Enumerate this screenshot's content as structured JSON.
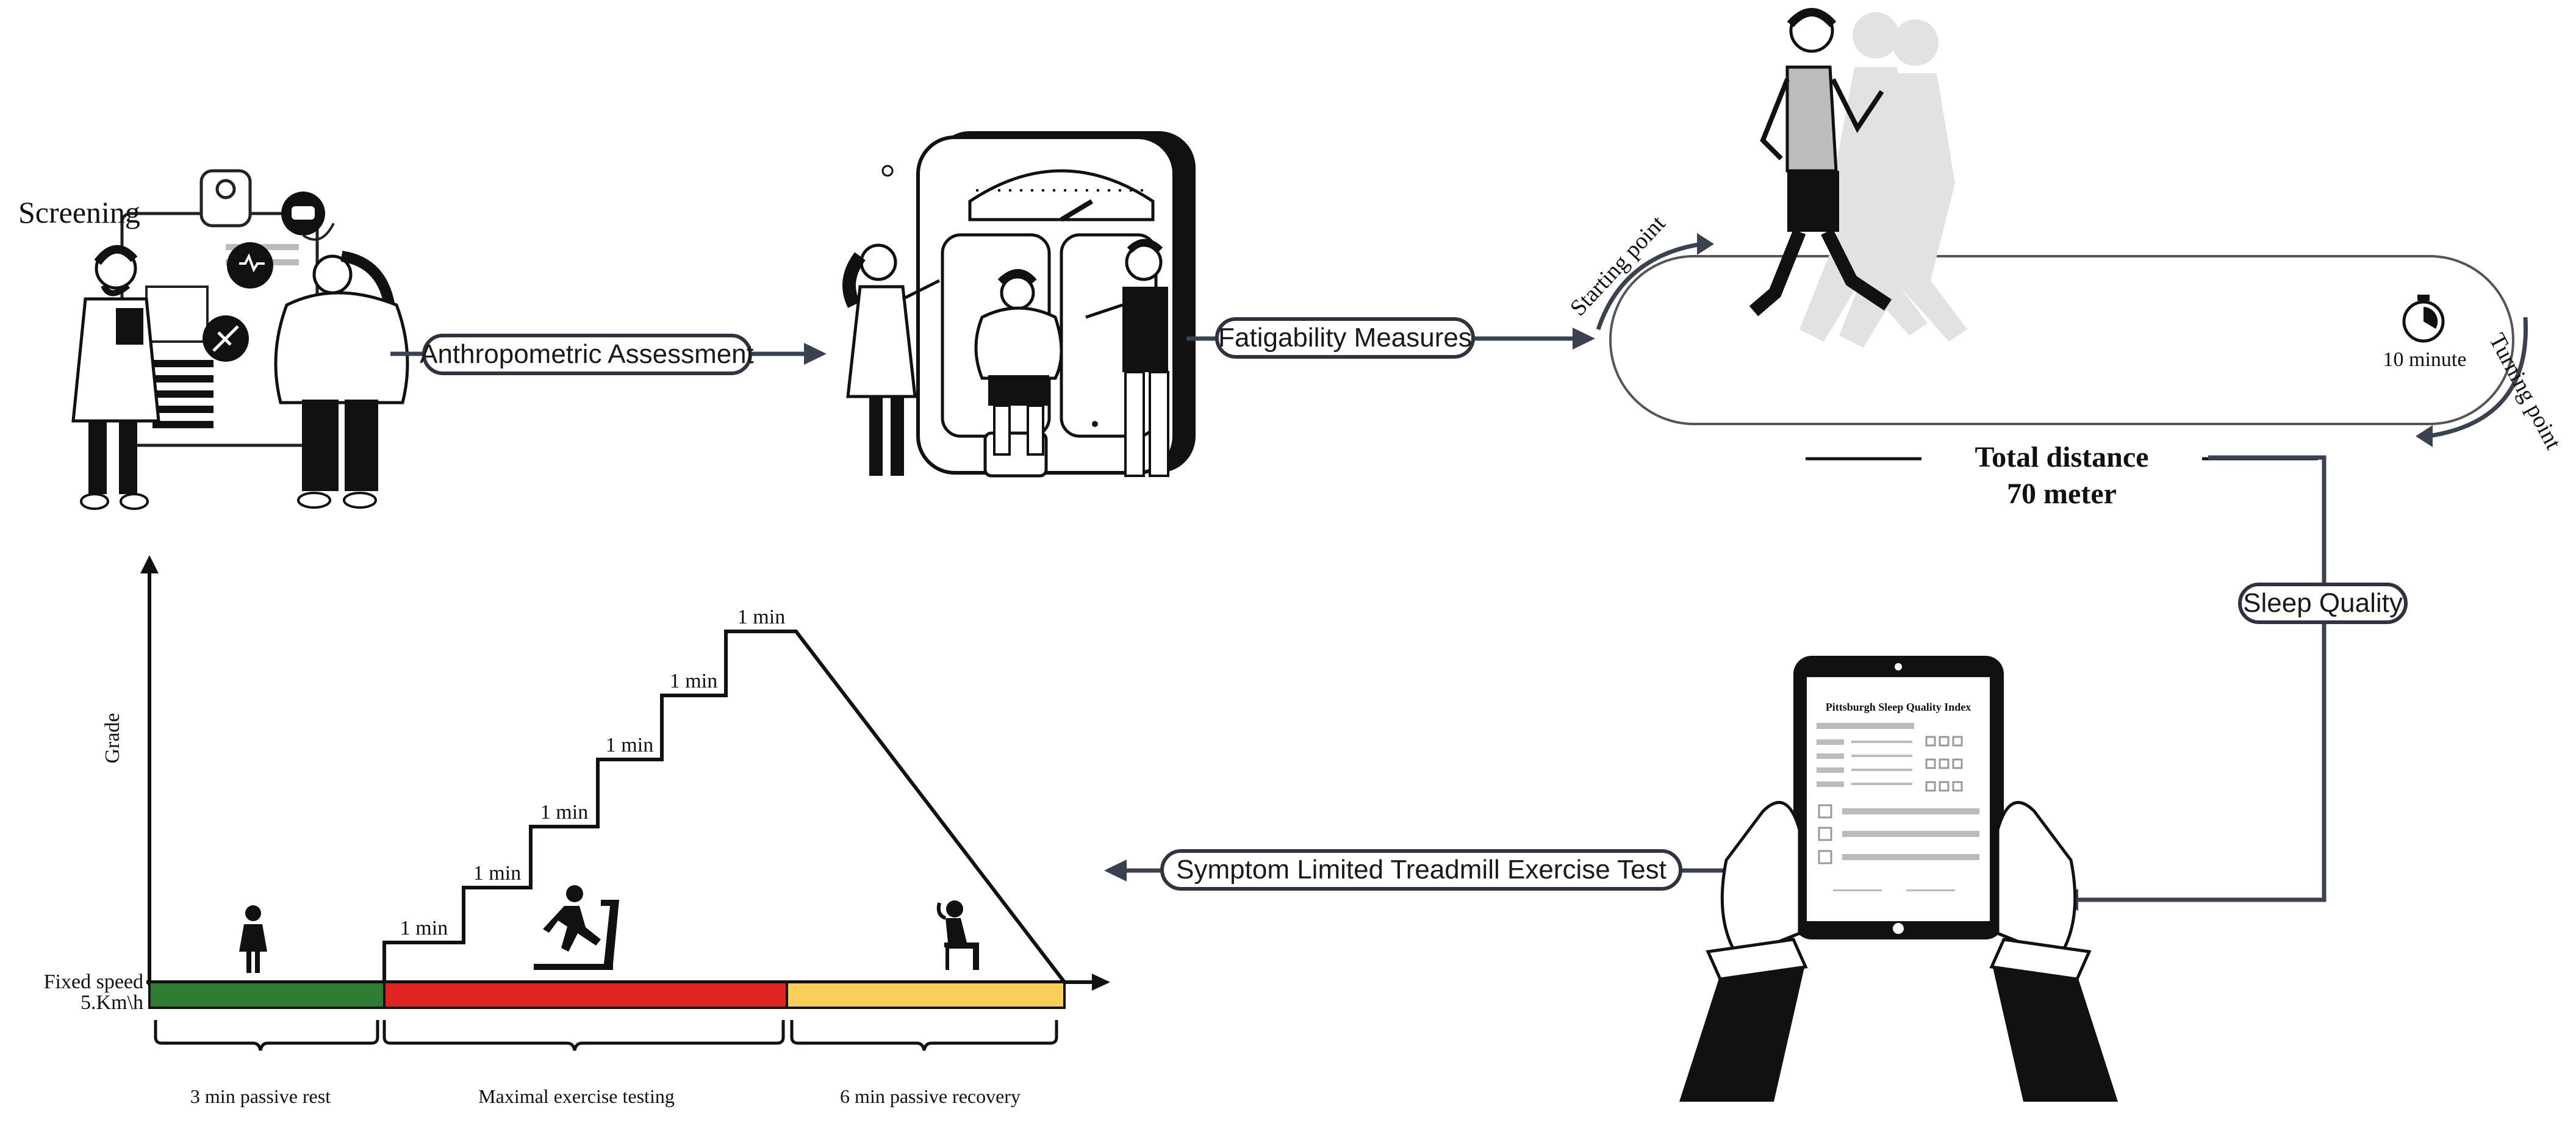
{
  "screening": {
    "label": "Screening"
  },
  "flow": {
    "anthropometric": "Anthropometric Assessment",
    "fatigability": "Fatigability Measures",
    "sleep": "Sleep Quality",
    "treadmill": "Symptom Limited Treadmill Exercise Test"
  },
  "track": {
    "starting_point": "Starting point",
    "turning_point": "Turning point",
    "duration": "10 minute",
    "total_line1": "Total distance",
    "total_line2": "70 meter"
  },
  "tablet": {
    "title": "Pittsburgh Sleep Quality Index"
  },
  "protocol": {
    "y_axis": "Grade",
    "fixed_speed_line1": "Fixed speed",
    "fixed_speed_line2": "5.Km\\h",
    "steps": [
      "1 min",
      "1 min",
      "1 min",
      "1 min",
      "1 min",
      "1 min"
    ],
    "phases": [
      {
        "label": "3 min passive rest",
        "color": "#2e7d32"
      },
      {
        "label": "Maximal exercise testing",
        "color": "#e02424"
      },
      {
        "label": "6 min passive recovery",
        "color": "#f7cf5a"
      }
    ]
  },
  "colors": {
    "connector": "#3a4150",
    "ink": "#111111"
  }
}
